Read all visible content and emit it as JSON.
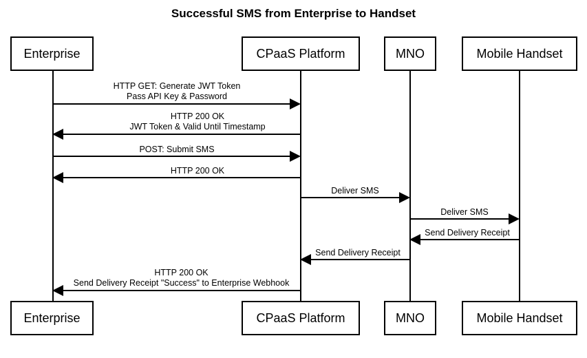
{
  "title": "Successful SMS from Enterprise to Handset",
  "colors": {
    "background": "#ffffff",
    "stroke": "#000000",
    "text": "#000000"
  },
  "actors": [
    {
      "id": "enterprise",
      "label": "Enterprise"
    },
    {
      "id": "cpaas",
      "label": "CPaaS Platform"
    },
    {
      "id": "mno",
      "label": "MNO"
    },
    {
      "id": "handset",
      "label": "Mobile Handset"
    }
  ],
  "actors_bottom": [
    {
      "id": "enterprise",
      "label": "Enterprise"
    },
    {
      "id": "cpaas",
      "label": "CPaaS Platform"
    },
    {
      "id": "mno",
      "label": "MNO"
    },
    {
      "id": "handset",
      "label": "Mobile Handset"
    }
  ],
  "messages": [
    {
      "id": "m1",
      "from": "enterprise",
      "to": "cpaas",
      "direction": "right",
      "line1": "HTTP GET: Generate JWT Token",
      "line2": "Pass API Key & Password"
    },
    {
      "id": "m2",
      "from": "cpaas",
      "to": "enterprise",
      "direction": "left",
      "line1": "HTTP 200 OK",
      "line2": "JWT Token & Valid Until Timestamp"
    },
    {
      "id": "m3",
      "from": "enterprise",
      "to": "cpaas",
      "direction": "right",
      "line1": "POST: Submit SMS",
      "line2": ""
    },
    {
      "id": "m4",
      "from": "cpaas",
      "to": "enterprise",
      "direction": "left",
      "line1": "HTTP 200 OK",
      "line2": ""
    },
    {
      "id": "m5",
      "from": "cpaas",
      "to": "mno",
      "direction": "right",
      "line1": "Deliver SMS",
      "line2": ""
    },
    {
      "id": "m6",
      "from": "mno",
      "to": "handset",
      "direction": "right",
      "line1": "Deliver SMS",
      "line2": ""
    },
    {
      "id": "m7",
      "from": "handset",
      "to": "mno",
      "direction": "left",
      "line1": "Send Delivery Receipt",
      "line2": ""
    },
    {
      "id": "m8",
      "from": "mno",
      "to": "cpaas",
      "direction": "left",
      "line1": "Send Delivery Receipt",
      "line2": ""
    },
    {
      "id": "m9",
      "from": "cpaas",
      "to": "enterprise",
      "direction": "left",
      "line1": "HTTP 200 OK",
      "line2": "Send Delivery Receipt \"Success\" to Enterprise Webhook"
    }
  ]
}
